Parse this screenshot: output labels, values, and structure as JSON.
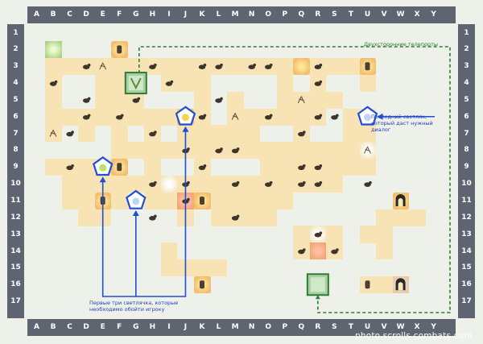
{
  "grid": {
    "columns": [
      "A",
      "B",
      "C",
      "D",
      "E",
      "F",
      "G",
      "H",
      "I",
      "J",
      "K",
      "L",
      "M",
      "N",
      "O",
      "P",
      "Q",
      "R",
      "S",
      "T",
      "U",
      "V",
      "W",
      "X",
      "Y"
    ],
    "rows": [
      "1",
      "2",
      "3",
      "4",
      "5",
      "6",
      "7",
      "8",
      "9",
      "10",
      "11",
      "12",
      "13",
      "14",
      "15",
      "16",
      "17"
    ]
  },
  "map": {
    "floor_color": "#f7e3b3",
    "background_color": "#eef1ea",
    "header_color": "#5e6571",
    "teleport_color": "#2e7d32",
    "arrow_color": "#1f4fd6",
    "teleports": [
      "G4",
      "R16"
    ],
    "glowworms": [
      "E9",
      "G11",
      "J6",
      "U6"
    ],
    "icons": [
      "chest-icon",
      "skull-icon",
      "candles-icon",
      "shrine-icon",
      "fox-icon",
      "bat-icon",
      "portal-gate-icon"
    ]
  },
  "annotations": {
    "teleport_note": "Двухсторонние телепорты",
    "last_glowworm_note": [
      "Последний светляк,",
      "который даст нужный",
      "диалог"
    ],
    "first_glowworms_note": [
      "Первые три светлячка, которые",
      "необходимо обойти игроку"
    ]
  },
  "watermark": "photo.scrolls.combats.com"
}
